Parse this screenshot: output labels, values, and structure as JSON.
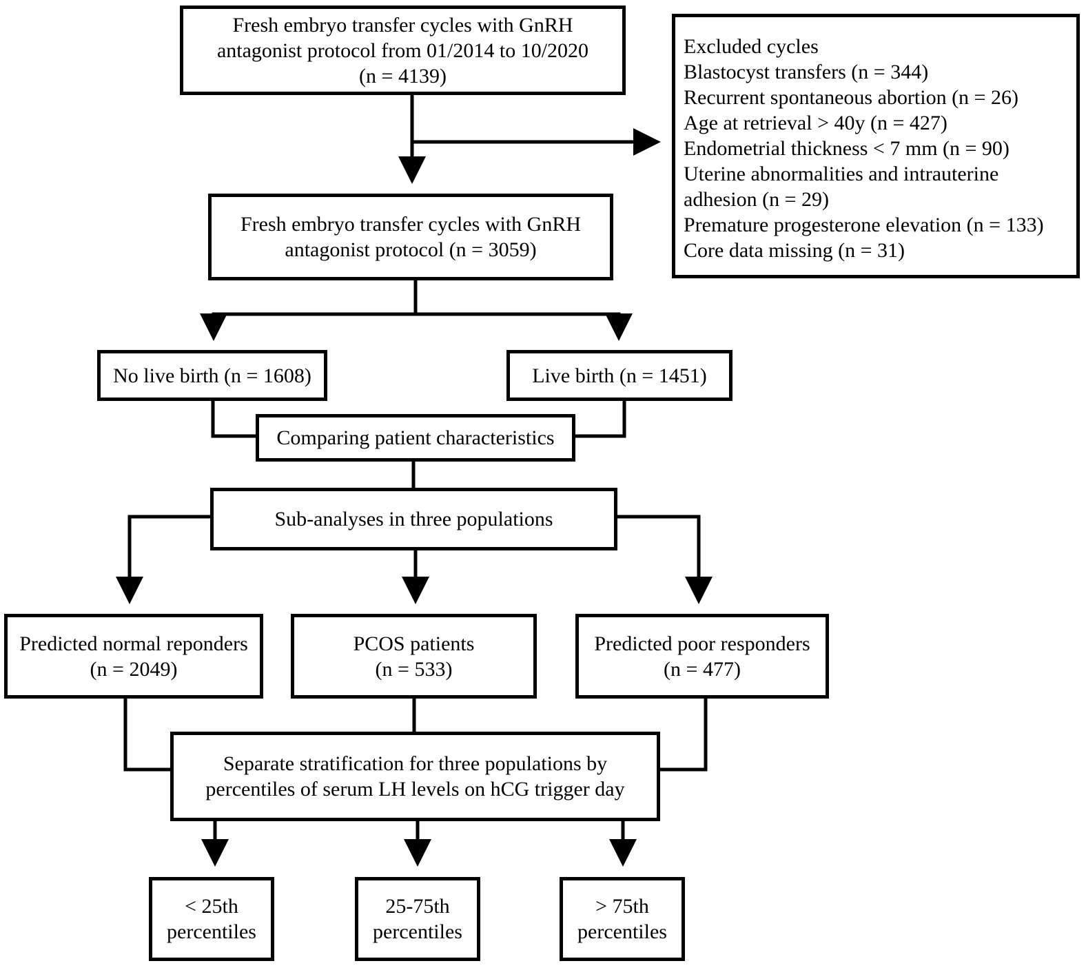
{
  "boxes": {
    "initial": [
      "Fresh embryo transfer cycles with GnRH",
      "antagonist protocol from 01/2014 to 10/2020",
      "(n = 4139)"
    ],
    "excluded": [
      "Excluded cycles",
      "Blastocyst transfers (n = 344)",
      "Recurrent spontaneous abortion (n = 26)",
      "Age at retrieval > 40y (n = 427)",
      "Endometrial thickness < 7 mm (n = 90)",
      "Uterine abnormalities and intrauterine",
      "adhesion (n = 29)",
      "Premature progesterone elevation (n = 133)",
      "Core data missing (n = 31)"
    ],
    "included": [
      "Fresh embryo transfer cycles with GnRH",
      "antagonist protocol (n = 3059)"
    ],
    "no_live_birth": [
      "No live birth (n = 1608)"
    ],
    "live_birth": [
      "Live birth (n = 1451)"
    ],
    "comparing": [
      "Comparing patient characteristics"
    ],
    "subanalyses": [
      "Sub-analyses in three populations"
    ],
    "normal": [
      "Predicted normal reponders",
      "(n = 2049)"
    ],
    "pcos": [
      "PCOS patients",
      "(n = 533)"
    ],
    "poor": [
      "Predicted poor responders",
      "(n = 477)"
    ],
    "stratification": [
      "Separate stratification for three populations by",
      "percentiles of serum LH levels on hCG trigger day"
    ],
    "p_low": [
      "< 25th",
      "percentiles"
    ],
    "p_mid": [
      "25-75th",
      "percentiles"
    ],
    "p_high": [
      "> 75th",
      "percentiles"
    ]
  }
}
